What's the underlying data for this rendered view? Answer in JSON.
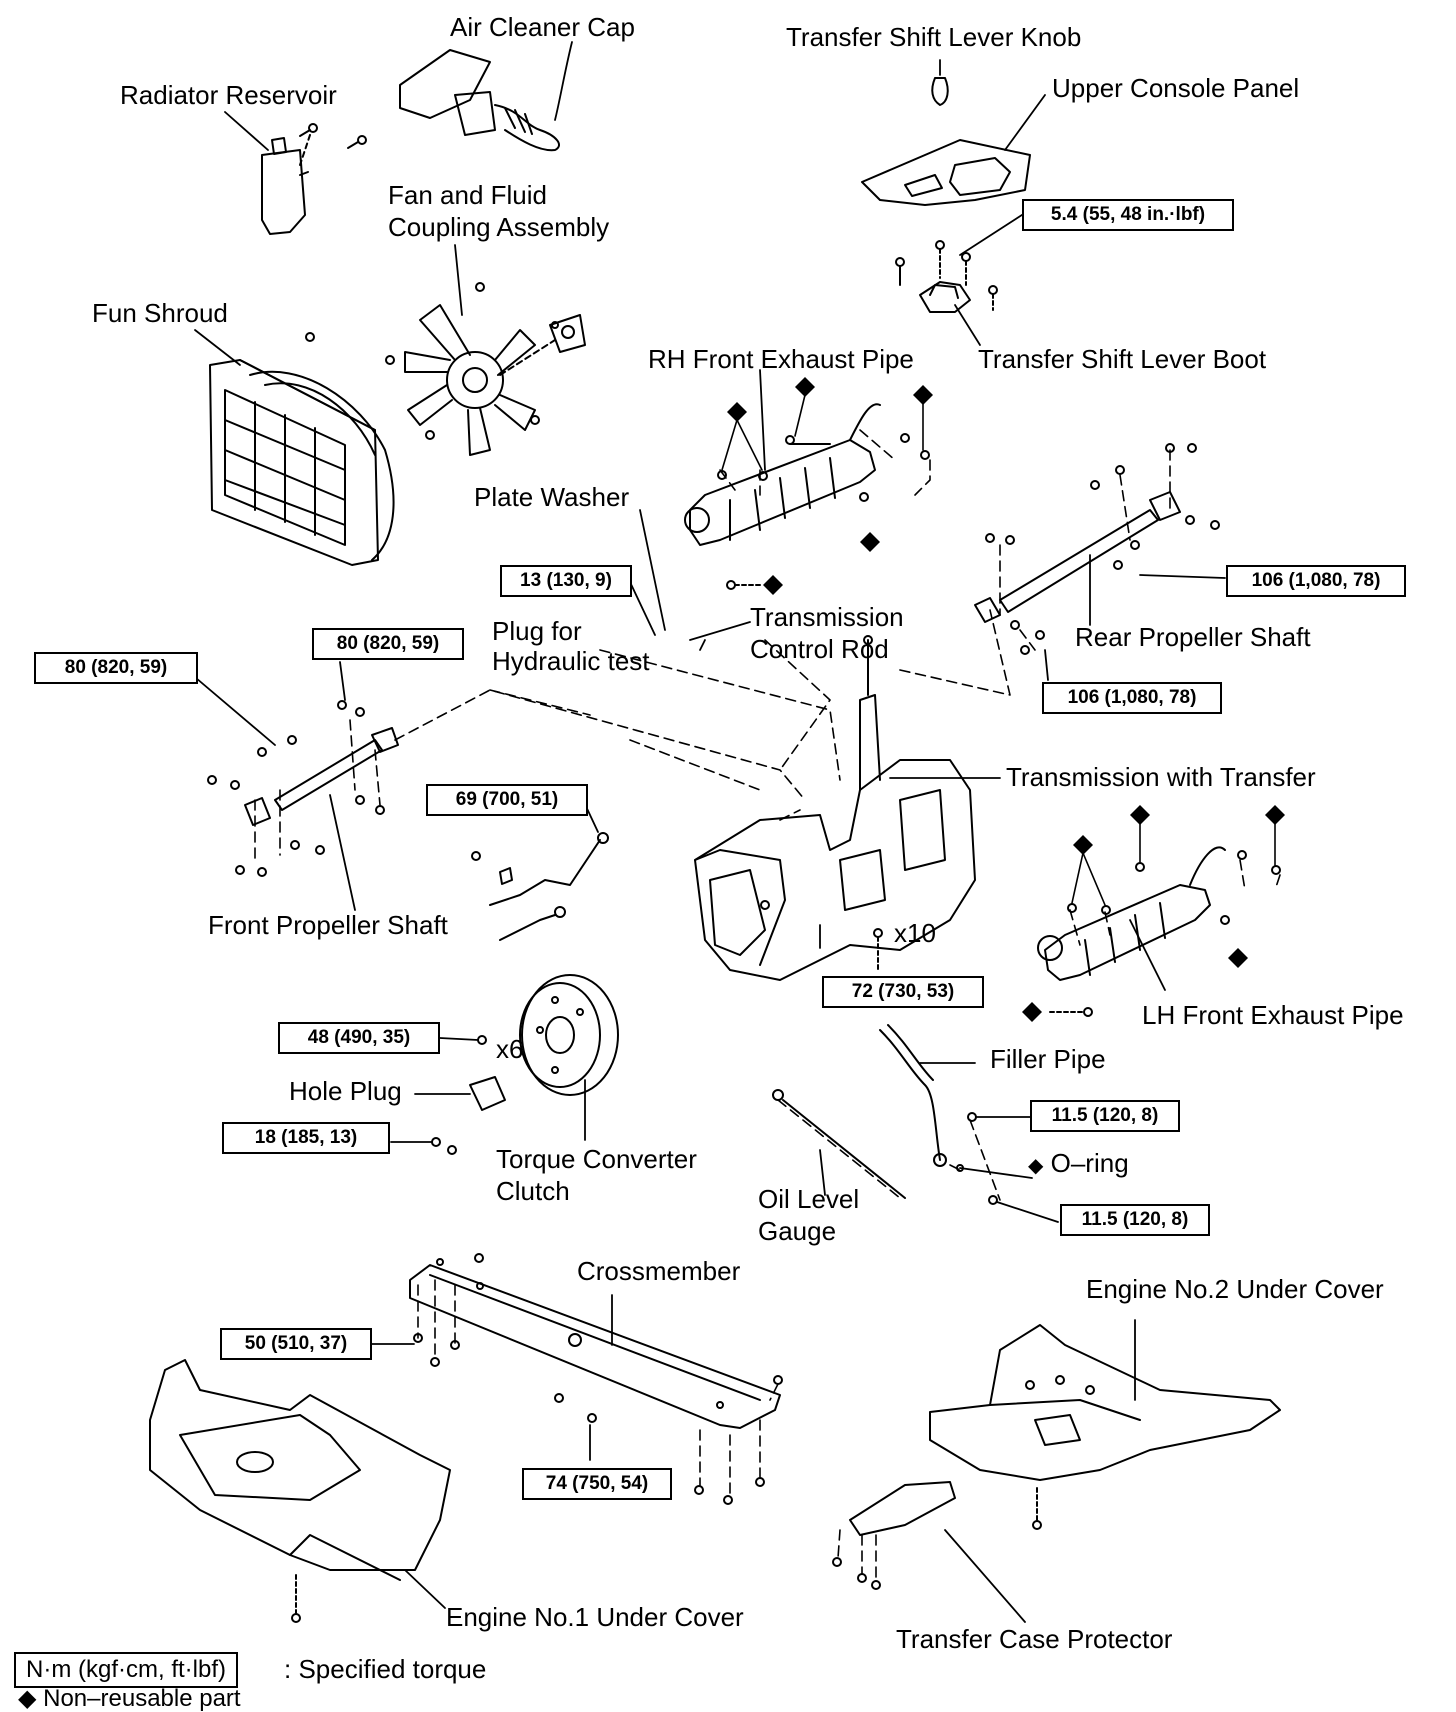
{
  "labels": {
    "air_cleaner_cap": "Air Cleaner Cap",
    "transfer_shift_lever_knob": "Transfer Shift Lever Knob",
    "radiator_reservoir": "Radiator Reservoir",
    "upper_console_panel": "Upper Console Panel",
    "fan_fluid_coupling_1": "Fan and Fluid",
    "fan_fluid_coupling_2": "Coupling Assembly",
    "fun_shroud": "Fun Shroud",
    "rh_front_exhaust_pipe": "RH Front Exhaust Pipe",
    "transfer_shift_lever_boot": "Transfer Shift Lever Boot",
    "plate_washer": "Plate Washer",
    "transmission_control_rod_1": "Transmission",
    "transmission_control_rod_2": "Control Rod",
    "plug_hydraulic_1": "Plug for",
    "plug_hydraulic_2": "Hydraulic test",
    "rear_propeller_shaft": "Rear Propeller Shaft",
    "transmission_with_transfer": "Transmission with Transfer",
    "front_propeller_shaft": "Front Propeller Shaft",
    "x10": "x10",
    "x6": "x6",
    "lh_front_exhaust_pipe": "LH Front Exhaust Pipe",
    "filler_pipe": "Filler Pipe",
    "hole_plug": "Hole Plug",
    "torque_converter_1": "Torque Converter",
    "torque_converter_2": "Clutch",
    "o_ring": "O–ring",
    "oil_level_gauge_1": "Oil Level",
    "oil_level_gauge_2": "Gauge",
    "crossmember": "Crossmember",
    "engine_no2_under_cover": "Engine No.2 Under Cover",
    "engine_no1_under_cover": "Engine No.1 Under Cover",
    "transfer_case_protector": "Transfer Case Protector"
  },
  "torque": {
    "console": "5.4 (55, 48 in.·lbf)",
    "plate_washer": "13 (130, 9)",
    "rear_shaft_upper": "106 (1,080, 78)",
    "rear_shaft_lower": "106 (1,080, 78)",
    "front_shaft_left": "80 (820, 59)",
    "front_shaft_right": "80 (820, 59)",
    "control_rod": "69 (700, 51)",
    "transmission_bolts": "72 (730, 53)",
    "torque_converter": "48 (490, 35)",
    "hole_plug": "18 (185, 13)",
    "filler_upper": "11.5 (120, 8)",
    "filler_lower": "11.5 (120, 8)",
    "crossmember_left": "50 (510, 37)",
    "crossmember_nut": "74 (750, 54)"
  },
  "legend": {
    "unit_box": "N·m (kgf·cm, ft·lbf)",
    "unit_desc": ": Specified torque",
    "nonreusable": "◆ Non–reusable part"
  },
  "symbols": {
    "nonreusable_mark": "◆"
  }
}
